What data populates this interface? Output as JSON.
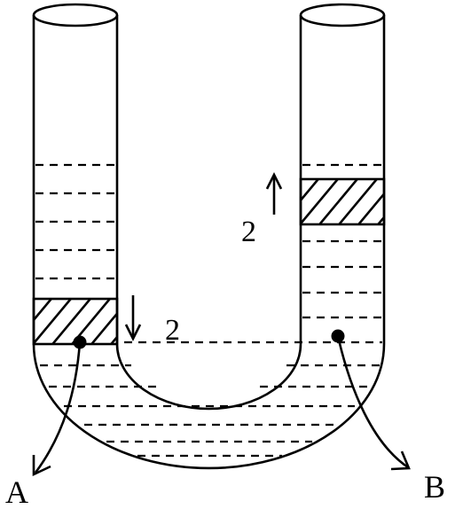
{
  "labels": {
    "point_a": "A",
    "point_b": "B",
    "left_shift": "2",
    "right_shift": "2"
  },
  "arrows": {
    "left_direction": "down",
    "right_direction": "up"
  },
  "colors": {
    "ink": "#000000",
    "background": "#ffffff"
  }
}
